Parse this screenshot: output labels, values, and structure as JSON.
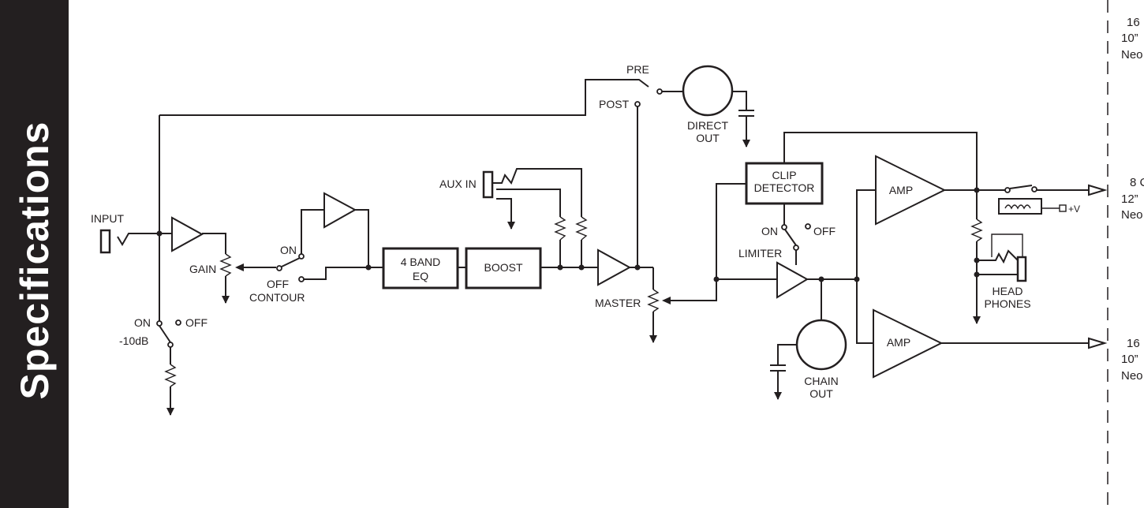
{
  "sidebar": {
    "title": "Specifications"
  },
  "labels": {
    "input": "INPUT",
    "gain": "GAIN",
    "pad_on": "ON",
    "pad_off": "OFF",
    "pad_db": "-10dB",
    "contour_on": "ON",
    "contour_off": "OFF",
    "contour": "CONTOUR",
    "eq_line1": "4 BAND",
    "eq_line2": "EQ",
    "boost": "BOOST",
    "aux_in": "AUX IN",
    "master": "MASTER",
    "pre": "PRE",
    "post": "POST",
    "direct_line1": "DIRECT",
    "direct_line2": "OUT",
    "clip_line1": "CLIP",
    "clip_line2": "DETECTOR",
    "limiter_on": "ON",
    "limiter_off": "OFF",
    "limiter": "LIMITER",
    "chain_line1": "CHAIN",
    "chain_line2": "OUT",
    "amp_top": "AMP",
    "amp_bottom": "AMP",
    "plus_v": "+V",
    "head_line1": "HEAD",
    "head_line2": "PHONES"
  },
  "right_edge_text": {
    "block1": [
      "16",
      "10”",
      "Neo"
    ],
    "block2": [
      "8 C",
      "12”",
      "Neo"
    ],
    "block3": [
      "16",
      "10”",
      "Neo"
    ]
  }
}
